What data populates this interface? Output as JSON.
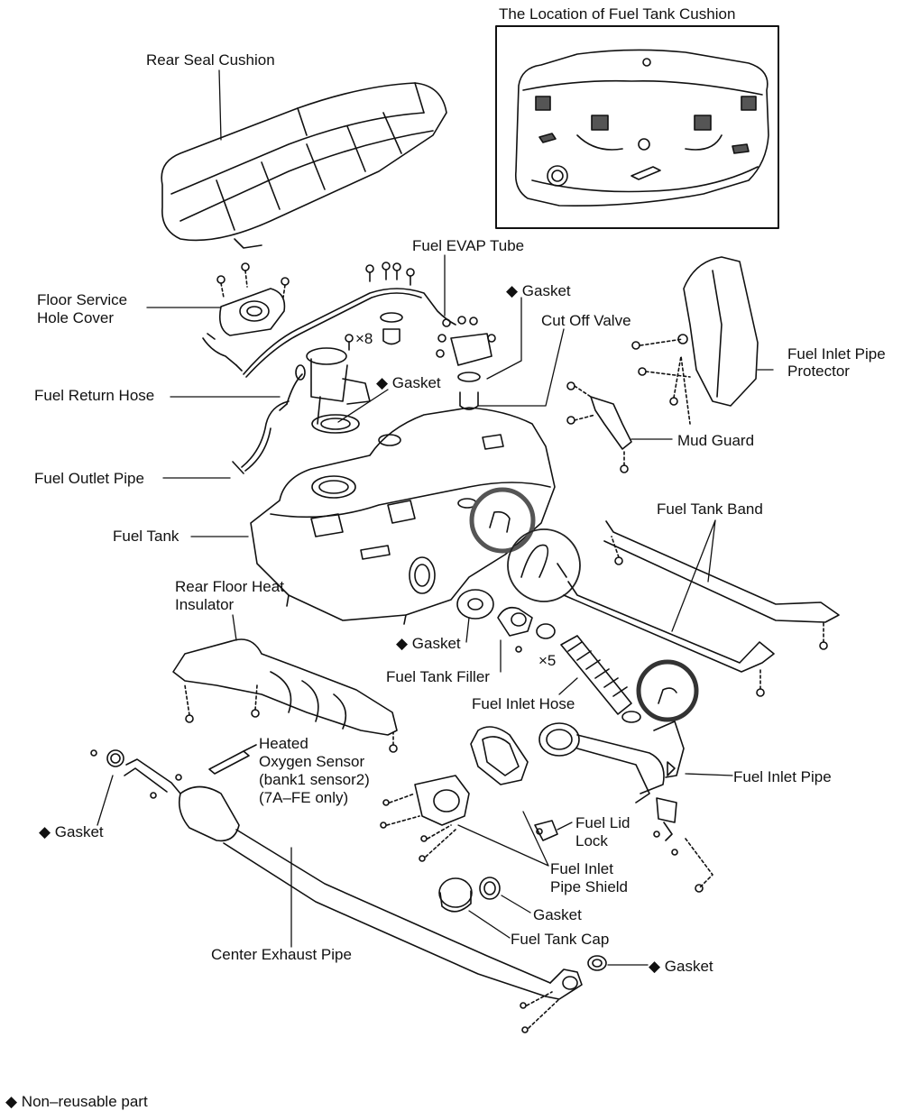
{
  "inset": {
    "title": "The Location of Fuel Tank Cushion"
  },
  "labels": {
    "rear_seal_cushion": "Rear Seal Cushion",
    "fuel_evap_tube": "Fuel EVAP Tube",
    "gasket_top": "◆ Gasket",
    "cut_off_valve": "Cut Off Valve",
    "floor_service_hole_cover_1": "Floor Service",
    "floor_service_hole_cover_2": "Hole Cover",
    "x8": "×8",
    "fuel_inlet_pipe_protector_1": "Fuel Inlet Pipe",
    "fuel_inlet_pipe_protector_2": "Protector",
    "fuel_return_hose": "Fuel Return Hose",
    "gasket_pump": "◆ Gasket",
    "mud_guard": "Mud Guard",
    "fuel_outlet_pipe": "Fuel Outlet Pipe",
    "fuel_tank_band": "Fuel Tank Band",
    "fuel_tank": "Fuel Tank",
    "rear_floor_heat_insulator_1": "Rear Floor Heat",
    "rear_floor_heat_insulator_2": "Insulator",
    "gasket_filler": "◆ Gasket",
    "x5": "×5",
    "fuel_tank_filler": "Fuel Tank Filler",
    "fuel_inlet_hose": "Fuel Inlet Hose",
    "heated_oxygen_sensor_1": "Heated",
    "heated_oxygen_sensor_2": "Oxygen Sensor",
    "heated_oxygen_sensor_3": "(bank1 sensor2)",
    "heated_oxygen_sensor_4": "(7A–FE only)",
    "fuel_inlet_pipe": "Fuel Inlet Pipe",
    "gasket_left": "◆ Gasket",
    "fuel_lid_lock_1": "Fuel Lid",
    "fuel_lid_lock_2": "Lock",
    "fuel_inlet_pipe_shield_1": "Fuel Inlet",
    "fuel_inlet_pipe_shield_2": "Pipe Shield",
    "gasket_cap": "Gasket",
    "fuel_tank_cap": "Fuel Tank Cap",
    "center_exhaust_pipe": "Center Exhaust Pipe",
    "gasket_rear": "◆ Gasket"
  },
  "legend": {
    "text": "◆ Non–reusable part"
  }
}
